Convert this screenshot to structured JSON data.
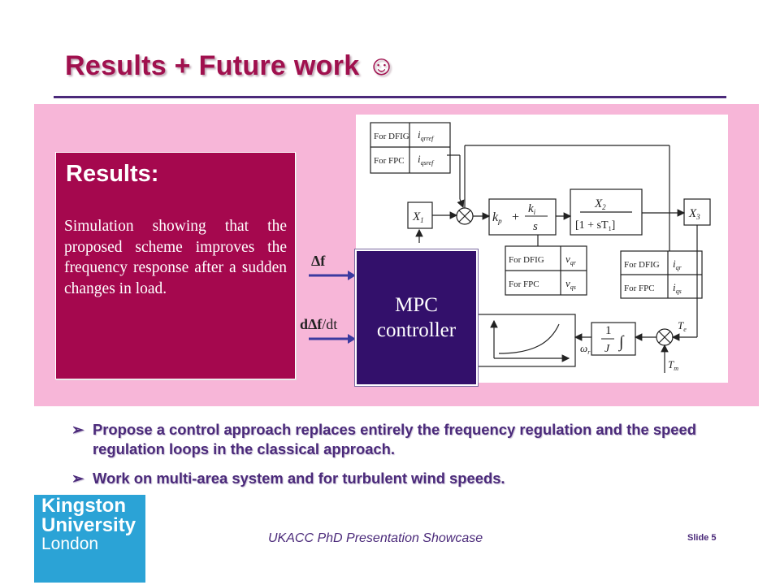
{
  "title": {
    "text": "Results + Future work",
    "emoji": "☺"
  },
  "results": {
    "heading": "Results:",
    "body": "Simulation showing that the proposed scheme improves the frequency response after a sudden changes in load."
  },
  "mpc": {
    "line1": "MPC",
    "line2": "controller"
  },
  "inputs": {
    "delta_f": "Δf",
    "d_delta_f": "dΔf",
    "d_delta_f_suffix": "/dt"
  },
  "diagram": {
    "for_dfig": "For DFIG",
    "for_fpc": "For FPC",
    "x1": "X",
    "x1_sub": "1",
    "x2": "X",
    "x2_sub": "2",
    "x3": "X",
    "x3_sub": "3",
    "kp": "k",
    "kp_sub": "p",
    "ki": "k",
    "ki_sub": "i",
    "s": "s",
    "plus": "+",
    "one_plus": "[1 + sT",
    "t1_sub": "1",
    "close": "]",
    "one": "1",
    "j": "J",
    "iqrref": "i",
    "iqrref_sub": "qrref",
    "iqsref": "i",
    "iqsref_sub": "qsref",
    "vqr": "v",
    "vqr_sub": "qr",
    "vqs": "v",
    "vqs_sub": "qs",
    "iqr": "i",
    "iqr_sub": "qr",
    "iqs": "i",
    "iqs_sub": "qs",
    "te": "T",
    "te_sub": "e",
    "tm": "T",
    "tm_sub": "m",
    "wr": "ω",
    "wr_sub": "r"
  },
  "bullets": [
    "Propose a control approach replaces entirely the frequency regulation and the speed regulation loops in the classical approach.",
    "Work on multi-area system and for turbulent wind speeds."
  ],
  "logo": {
    "line1": "Kingston",
    "line2": "University",
    "line3": "London"
  },
  "footer": "UKACC PhD Presentation Showcase",
  "slide_number": "Slide 5",
  "colors": {
    "title": "#a0104e",
    "panel": "#f7b6d8",
    "results_box": "#a5084e",
    "mpc_box": "#33106b",
    "logo": "#2ba3d6",
    "text_purple": "#4b2a7a"
  }
}
